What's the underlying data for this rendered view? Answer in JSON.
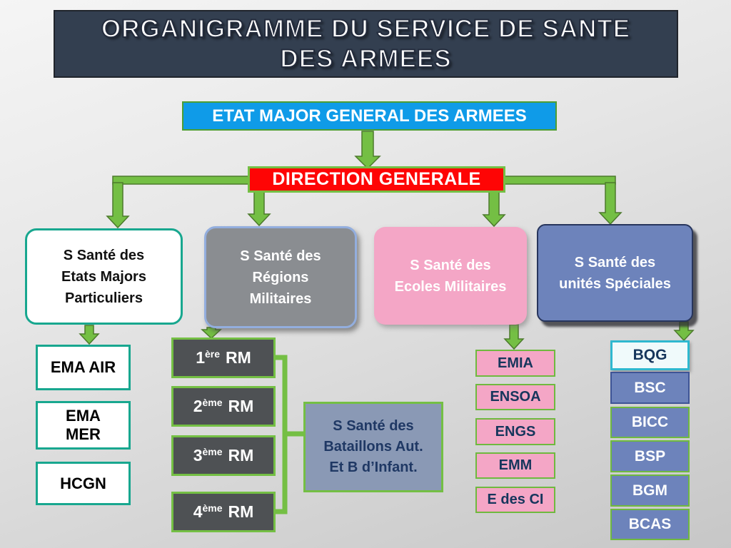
{
  "title": "ORGANIGRAMME DU SERVICE DE SANTE DES ARMEES",
  "colors": {
    "title_bg": "#333F50",
    "emga_blue": "#0F9BE8",
    "direction_red": "#FE0505",
    "arrow_green": "#74BF44",
    "teal_border": "#18A78F",
    "gray_box": "#8A8D91",
    "pink_box": "#F4A6C6",
    "slate_blue_box": "#6D83BB",
    "dark_gray_box": "#4E5154",
    "note_box": "#8A99B5",
    "bqg_border_cyan": "#2FB8CF"
  },
  "top_nodes": {
    "etat_major": "ETAT MAJOR GENERAL DES ARMEES",
    "direction_generale": "DIRECTION GENERALE"
  },
  "branches": {
    "etats_majors": {
      "label": "S Santé des\nEtats Majors\nParticuliers",
      "children": [
        "EMA AIR",
        "EMA\nMER",
        "HCGN"
      ]
    },
    "regions": {
      "label": "S Santé des\nRégions\nMilitaires",
      "children": [
        {
          "num": "1",
          "sup": "ère",
          "rest": "RM"
        },
        {
          "num": "2",
          "sup": "ème",
          "rest": "RM"
        },
        {
          "num": "3",
          "sup": "ème",
          "rest": "RM"
        },
        {
          "num": "4",
          "sup": "ème",
          "rest": "RM"
        }
      ],
      "note": "S Santé des\nBataillons Aut.\nEt B d’Infant."
    },
    "ecoles": {
      "label": "S Santé des\nEcoles Militaires",
      "children": [
        "EMIA",
        "ENSOA",
        "ENGS",
        "EMM",
        "E des CI"
      ]
    },
    "unites": {
      "label": "S Santé des\nunités Spéciales",
      "children": [
        "BQG",
        "BSC",
        "BICC",
        "BSP",
        "BGM",
        "BCAS"
      ]
    }
  }
}
